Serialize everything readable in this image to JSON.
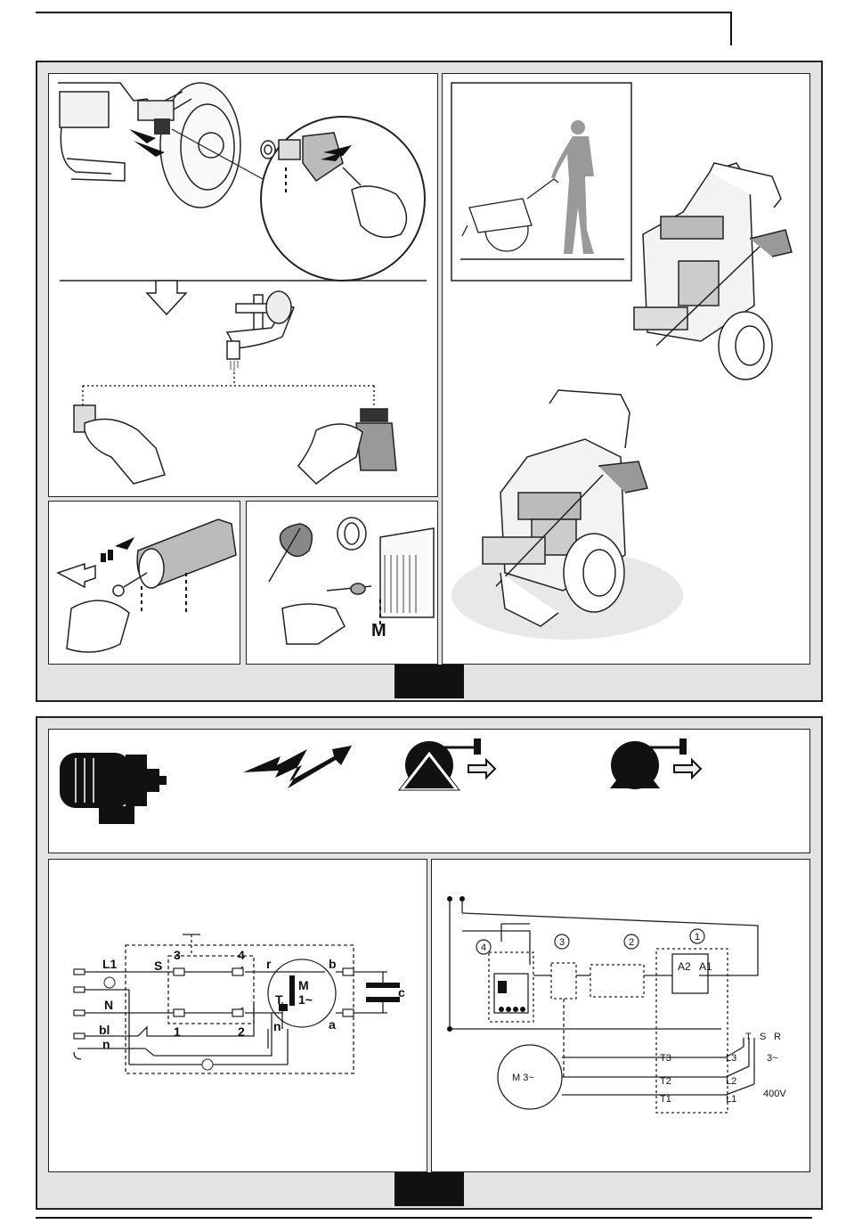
{
  "fig1": {
    "label_m": "M"
  },
  "motor_table": {
    "rows": [
      [
        "",
        "",
        ""
      ],
      [
        "",
        "",
        ""
      ]
    ]
  },
  "wiring_single_phase": {
    "labels": [
      "L1",
      "N",
      "bl",
      "n",
      "S",
      "3",
      "4",
      "1",
      "2",
      "r",
      "b",
      "a",
      "c",
      "T",
      "M",
      "1~"
    ]
  },
  "wiring_three_phase": {
    "labels": [
      "R",
      "S",
      "T",
      "3~",
      "400V",
      "A1",
      "A2",
      "L1",
      "L2",
      "L3",
      "T1",
      "T2",
      "T3",
      "M 3~",
      "1",
      "2",
      "3",
      "4"
    ]
  }
}
